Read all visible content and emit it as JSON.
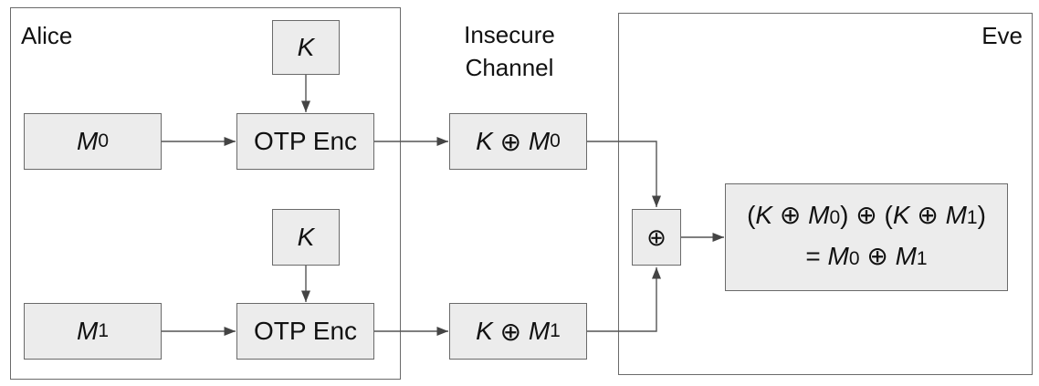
{
  "regions": {
    "alice": {
      "label": "Alice"
    },
    "eve": {
      "label": "Eve"
    },
    "channel": {
      "line1": "Insecure",
      "line2": "Channel"
    }
  },
  "symbols": {
    "key": "K",
    "message": "M",
    "xor": "⊕",
    "equals": "=",
    "open_paren": "(",
    "close_paren": ")"
  },
  "subscripts": {
    "zero": "0",
    "one": "1"
  },
  "boxes": {
    "enc_label": "OTP Enc"
  }
}
